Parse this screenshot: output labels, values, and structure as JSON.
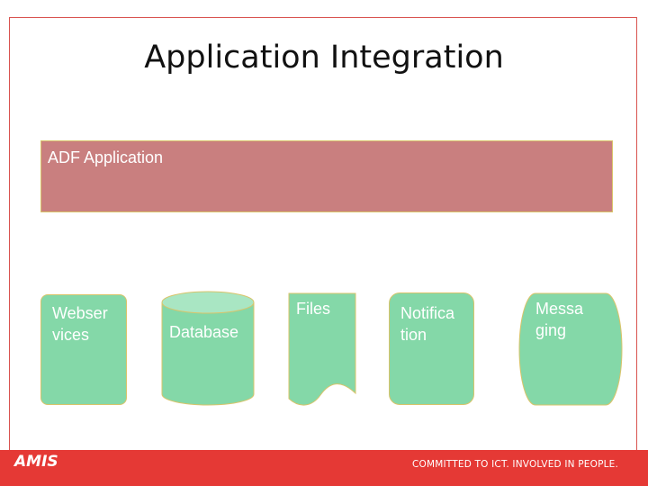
{
  "slide": {
    "title": "Application Integration"
  },
  "adf_box": {
    "label": "ADF Application",
    "color": "#c97f7f"
  },
  "components": [
    {
      "line1": "Webser",
      "line2": "vices",
      "shape": "rounded-rectangle"
    },
    {
      "label": "Database",
      "shape": "cylinder"
    },
    {
      "label": "Files",
      "shape": "document"
    },
    {
      "line1": "Notifica",
      "line2": "tion",
      "shape": "rounded-rectangle"
    },
    {
      "line1": "Messa",
      "line2": "ging",
      "shape": "stored-data"
    }
  ],
  "footer": {
    "logo": "AMIS",
    "tagline": "COMMITTED TO ICT.  INVOLVED IN PEOPLE.",
    "color": "#e53935"
  },
  "colors": {
    "component_fill": "#84d8a8",
    "outline": "#d9c46a"
  }
}
